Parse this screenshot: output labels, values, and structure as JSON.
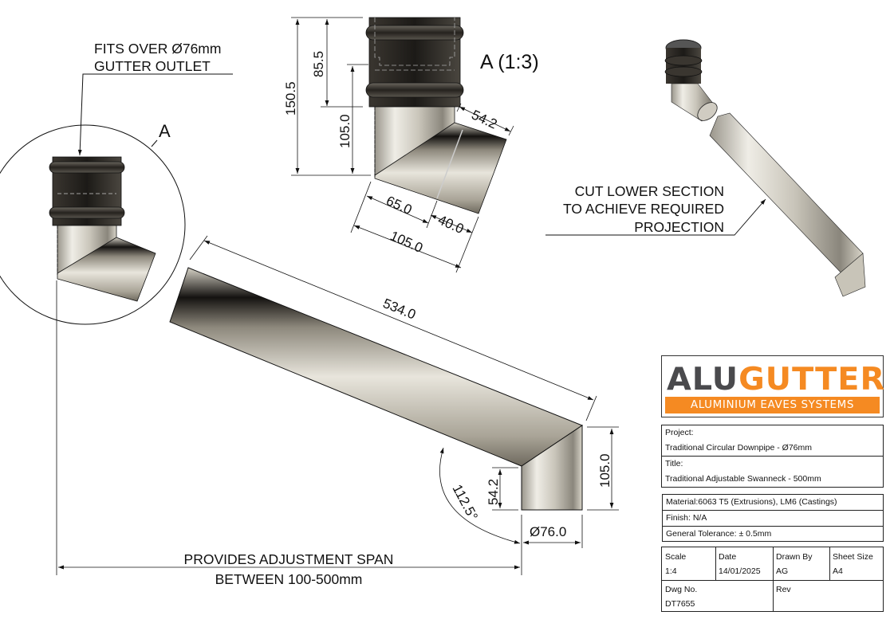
{
  "drawing": {
    "detail_label": "A",
    "detail_view_title": "A (1:3)",
    "notes": {
      "fits_over_line1": "FITS OVER Ø76mm",
      "fits_over_line2": "GUTTER OUTLET",
      "cut_line1": "CUT LOWER SECTION",
      "cut_line2": "TO ACHIEVE REQUIRED",
      "cut_line3": "PROJECTION",
      "span_line1": "PROVIDES ADJUSTMENT SPAN",
      "span_line2": "BETWEEN 100-500mm"
    },
    "detail_dimensions": {
      "overall_height": "150.5",
      "socket_height": "85.5",
      "lower_height": "105.0",
      "offset_end": "54.2",
      "seg_65": "65.0",
      "seg_40": "40.0",
      "seg_105": "105.0"
    },
    "main_dimensions": {
      "pipe_length": "534.0",
      "drop_height": "105.0",
      "short_height": "54.2",
      "angle": "112.5°",
      "diameter": "Ø76.0"
    }
  },
  "title_block": {
    "logo": {
      "brand_part1": "ALU",
      "brand_part2": "GUTTER",
      "tagline": "ALUMINIUM EAVES SYSTEMS",
      "colors": {
        "dark": "#4a4a4d",
        "accent": "#f58a22"
      }
    },
    "project_label": "Project:",
    "project_value": "Traditional Circular Downpipe - Ø76mm",
    "title_label": "Title:",
    "title_value": "Traditional Adjustable Swanneck - 500mm",
    "material": "Material:6063 T5 (Extrusions), LM6 (Castings)",
    "finish": "Finish: N/A",
    "tolerance": "General Tolerance: ± 0.5mm",
    "scale_label": "Scale",
    "scale_value": "1:4",
    "date_label": "Date",
    "date_value": "14/01/2025",
    "drawn_by_label": "Drawn By",
    "drawn_by_value": "AG",
    "sheet_size_label": "Sheet Size",
    "sheet_size_value": "A4",
    "dwg_no_label": "Dwg No.",
    "dwg_no_value": "DT7655",
    "rev_label": "Rev",
    "rev_value": ""
  }
}
